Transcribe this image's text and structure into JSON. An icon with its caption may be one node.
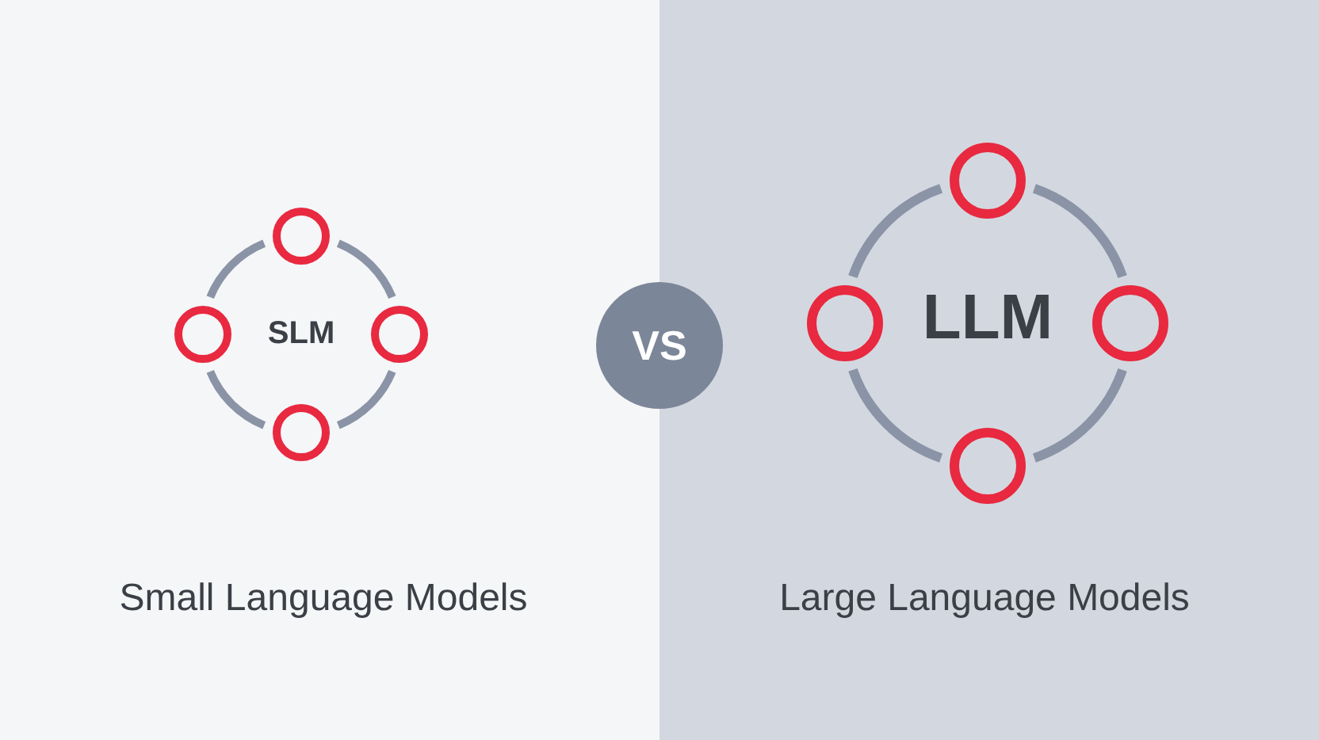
{
  "diagram": {
    "nodes": [
      {
        "text": [],
        "shape": "circle"
      },
      {
        "text": [],
        "shape": "circle"
      },
      {
        "text": [],
        "shape": "circle"
      },
      {
        "text": [],
        "shape": "circle"
      },
      {
        "text": [
          "VS"
        ]
      },
      {
        "text": [],
        "shape": "circle"
      },
      {
        "text": [],
        "shape": "circle"
      },
      {
        "text": [],
        "shape": "circle"
      },
      {
        "text": [],
        "shape": "circle"
      }
    ],
    "edges": [
      {
        "from": 0,
        "to": 2,
        "arrow": "none"
      },
      {
        "from": 2,
        "to": 3,
        "arrow": "none"
      },
      {
        "from": 3,
        "to": 1,
        "arrow": "none"
      },
      {
        "from": 1,
        "to": 0,
        "arrow": "none"
      },
      {
        "from": 5,
        "to": 7,
        "arrow": "none"
      },
      {
        "from": 7,
        "to": 8,
        "arrow": "none"
      },
      {
        "from": 8,
        "to": 6,
        "arrow": "none"
      },
      {
        "from": 6,
        "to": 5,
        "arrow": "none"
      }
    ],
    "labels": [
      "SLM",
      "LLM",
      "Small Language Models",
      "Large Language Models"
    ]
  }
}
